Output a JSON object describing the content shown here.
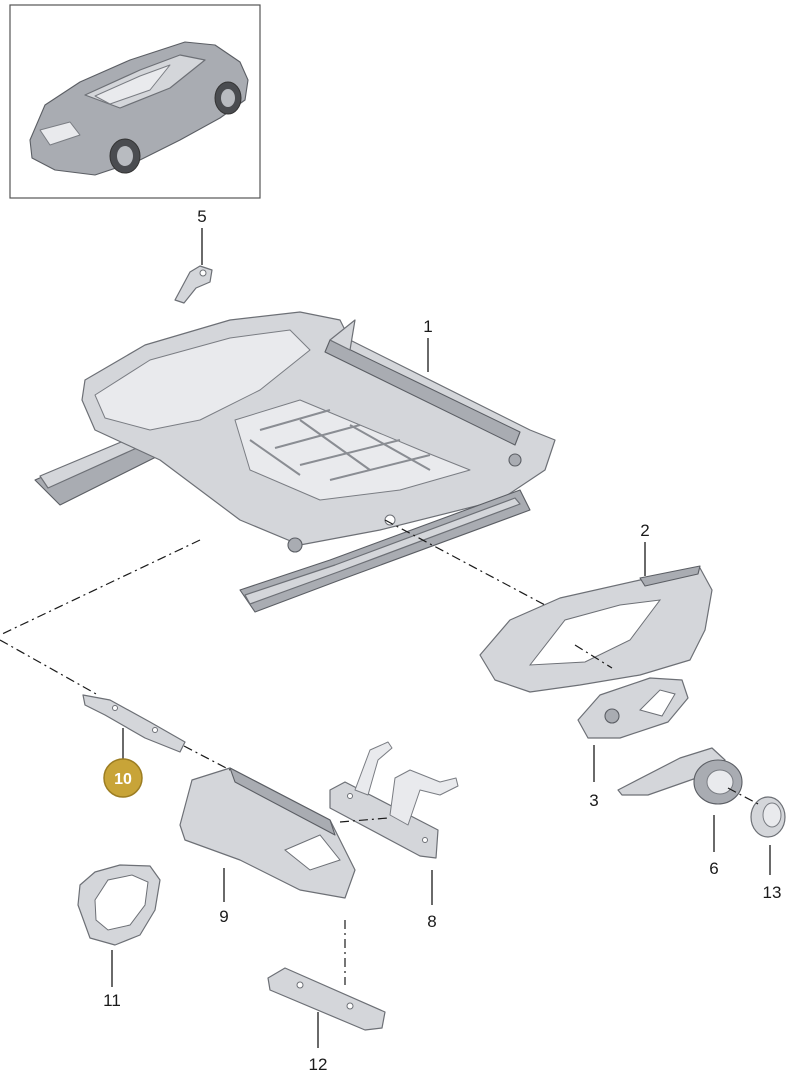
{
  "callouts": [
    {
      "id": "1",
      "label": "1",
      "highlighted": false
    },
    {
      "id": "2",
      "label": "2",
      "highlighted": false
    },
    {
      "id": "3",
      "label": "3",
      "highlighted": false
    },
    {
      "id": "5",
      "label": "5",
      "highlighted": false
    },
    {
      "id": "6",
      "label": "6",
      "highlighted": false
    },
    {
      "id": "8",
      "label": "8",
      "highlighted": false
    },
    {
      "id": "9",
      "label": "9",
      "highlighted": false
    },
    {
      "id": "10",
      "label": "10",
      "highlighted": true
    },
    {
      "id": "11",
      "label": "11",
      "highlighted": false
    },
    {
      "id": "12",
      "label": "12",
      "highlighted": false
    },
    {
      "id": "13",
      "label": "13",
      "highlighted": false
    }
  ],
  "colors": {
    "highlight_fill": "#c8a438",
    "highlight_stroke": "#9c7d22",
    "part_fill": "#d4d6da",
    "line": "#1a1a1a"
  }
}
